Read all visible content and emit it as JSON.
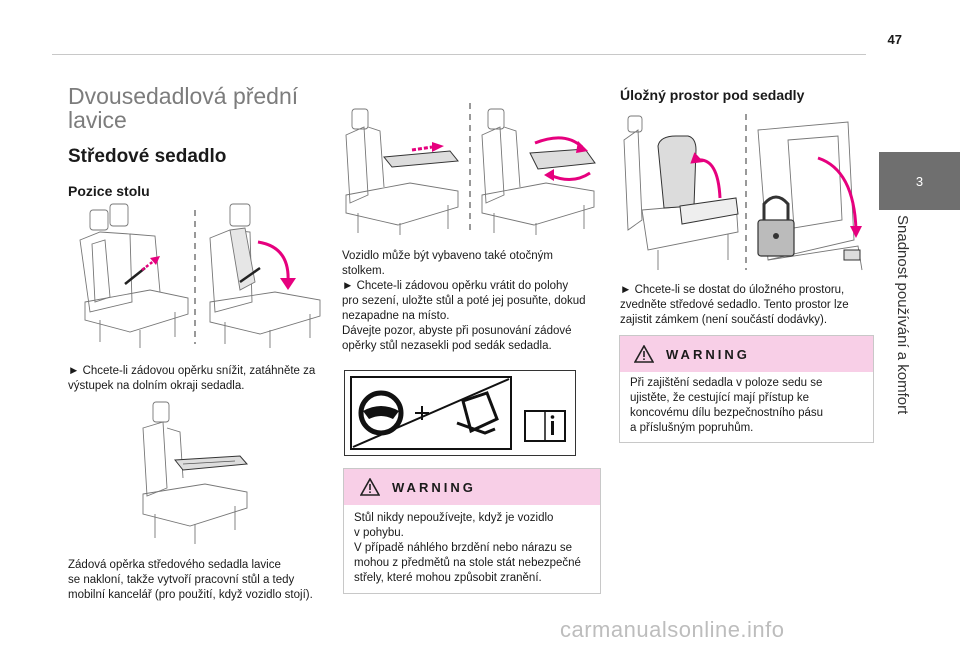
{
  "page": {
    "number": "47",
    "chapter_number": "3",
    "chapter_title": "Snadnost používání a komfort"
  },
  "left": {
    "section_title": "Dvousedadlová přední lavice",
    "subsection_title": "Středové sedadlo",
    "heading": "Pozice stolu",
    "caption_1": "► Chcete-li zádovou opěrku snížit, zatáhněte za výstupek na dolním okraji sedadla.",
    "caption_2": "Zádová opěrka středového sedadla lavice\nse nakloní, takže vytvoří pracovní stůl a tedy\nmobilní kancelář (pro použití, když vozidlo stojí)."
  },
  "middle": {
    "text": "Vozidlo může být vybaveno také otočným\nstolkem.\n► Chcete-li zádovou opěrku vrátit do polohy\npro sezení, uložte stůl a poté jej posuňte, dokud\nnezapadne na místo.\nDávejte pozor, abyste při posunování zádové\nopěrky stůl nezasekli pod sedák sedadla.",
    "warning": {
      "title": "WARNING",
      "body": "Stůl nikdy nepoužívejte, když je vozidlo\nv pohybu.\nV případě náhlého brzdění nebo nárazu se\nmohou z předmětů na stole stát nebezpečné\nstřely, které mohou způsobit zranění."
    }
  },
  "right": {
    "heading": "Úložný prostor pod sedadly",
    "text": "► Chcete-li se dostat do úložného prostoru,\nzvedněte středové sedadlo. Tento prostor lze\nzajistit zámkem (není součástí dodávky).",
    "warning": {
      "title": "WARNING",
      "body": "Při zajištění sedadla v poloze sedu se\nujistěte, že cestující mají přístup ke\nkoncovému dílu bezpečnostního pásu\na příslušným popruhům."
    }
  },
  "watermark": "carmanualsonline.info",
  "colors": {
    "accent_pink": "#e6007e",
    "warning_bg": "#f8cfe7",
    "tab_gray": "#6f6f6f"
  }
}
